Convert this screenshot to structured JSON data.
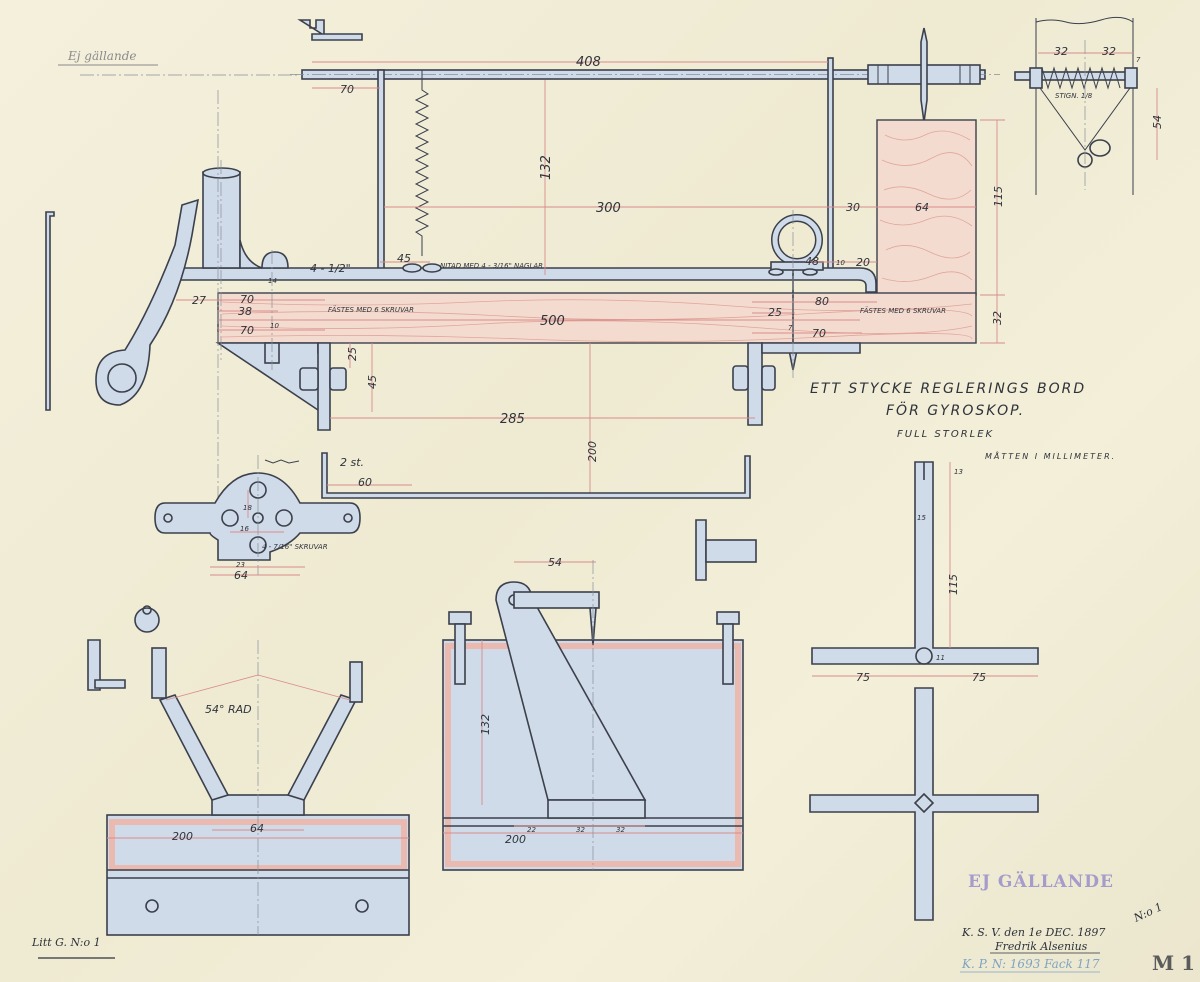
{
  "drawing": {
    "title_line1": "ETT STYCKE REGLERINGS BORD",
    "title_line2": "FÖR GYROSKOP.",
    "title_line3": "FULL STORLEK",
    "units_note": "MÅTTEN I MILLIMETER.",
    "pencil_note": "Ej gällande",
    "stamp": "EJ GÄLLANDE",
    "signature_line1": "K. S. V. den 1e DEC. 1897",
    "signature_line2": "Fredrik Alsenius",
    "signature_line3": "K. P. N: 1693 Fack 117",
    "sheet_ref": "Litt G. N:o 1",
    "corner_mark": "N:o 1",
    "sheet_number": "M 1"
  },
  "annotations": {
    "fastes_left": "FÄSTES MED 6 SKRUVAR",
    "fastes_right": "FÄSTES MED 6 SKRUVAR",
    "nitad": "NITAD MED 4 - 3/16\" NAGLAR",
    "screws": "4 - 1/2\"",
    "two_pieces": "2 st.",
    "skruvar_flange": "4 - 7/16\" SKRUVAR",
    "stign": "STIGN. 1/8",
    "angle": "54° RAD"
  },
  "dims": {
    "d408": "408",
    "d70top": "70",
    "d132": "132",
    "d300": "300",
    "d30": "30",
    "d64top": "64",
    "d115": "115",
    "d32r": "32",
    "d45": "45",
    "d48": "48",
    "d10": "10",
    "d20": "20",
    "d27": "27",
    "d70a": "70",
    "d38": "38",
    "d10b": "10",
    "d70b": "70",
    "d14": "14",
    "d500": "500",
    "d80": "80",
    "d25": "25",
    "d70c": "70",
    "d7": "7",
    "d25v": "25",
    "d45v": "45",
    "d285": "285",
    "d200": "200",
    "d60": "60",
    "d18": "18",
    "d16": "16",
    "d23": "23",
    "d64b": "64",
    "d54": "54",
    "d132b": "132",
    "d22": "22",
    "d32a": "32",
    "d32b": "32",
    "d200b": "200",
    "d200c": "200",
    "d64c": "64",
    "d75a": "75",
    "d75b": "75",
    "d115b": "115",
    "d15": "15",
    "d13": "13",
    "d11": "11",
    "d32s1": "32",
    "d32s2": "32",
    "d7s": "7",
    "d54s": "54"
  },
  "colors": {
    "paper": "#f2eed8",
    "ink": "#3b404c",
    "dimension_red": "#d98b8b",
    "metal_blue": "#cfdbe8",
    "wood_pink": "#f3dccf",
    "stamp_purple": "#a59ccb"
  }
}
